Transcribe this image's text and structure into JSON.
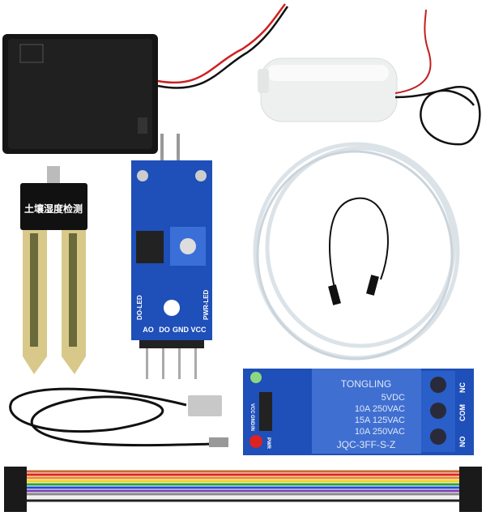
{
  "probe": {
    "label": "土壤湿度检测"
  },
  "sensor_module": {
    "do_led": "DO-LED",
    "pwr_led": "PWR-LED",
    "pins": [
      "AO",
      "DO",
      "GND",
      "VCC"
    ]
  },
  "relay": {
    "brand": "TONGLING",
    "lines": [
      "5VDC",
      "10A 250VAC",
      "15A 125VAC",
      "10A 250VAC"
    ],
    "model": "JQC-3FF-S-Z",
    "terminals": [
      "NO",
      "COM",
      "NC"
    ],
    "pins": [
      "VCC",
      "GND",
      "IN"
    ],
    "pwr": "PWR"
  },
  "colors": {
    "pcb_blue": "#1f4fb8",
    "relay_blue": "#3f6fd0",
    "battery_black": "#151515",
    "wire_red": "#d02020"
  }
}
